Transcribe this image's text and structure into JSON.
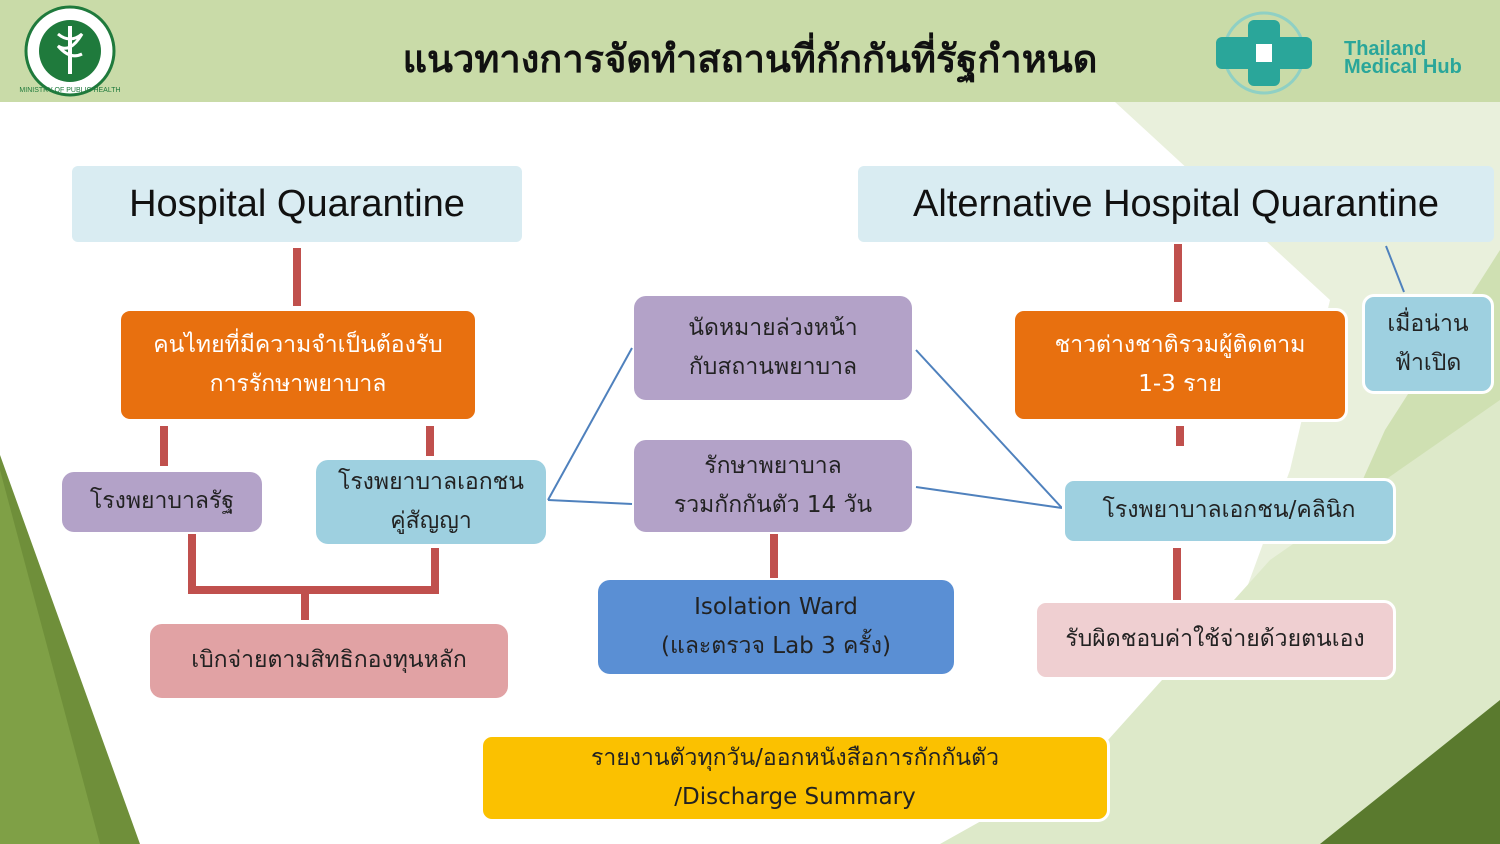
{
  "title": "แนวทางการจัดทำสถานที่กักกันที่รัฐกำหนด",
  "logos": {
    "left_org": "MINISTRY OF PUBLIC HEALTH",
    "right_line1": "Thailand",
    "right_line2": "Medical Hub"
  },
  "left": {
    "header": "Hospital Quarantine",
    "thai_need": [
      "คนไทยที่มีความจำเป็นต้องรับ",
      "การรักษาพยาบาล"
    ],
    "gov_hospital": "โรงพยาบาลรัฐ",
    "private_contract": [
      "โรงพยาบาลเอกชน",
      "คู่สัญญา"
    ],
    "reimburse": "เบิกจ่ายตามสิทธิกองทุนหลัก"
  },
  "center": {
    "appointment": [
      "นัดหมายล่วงหน้า",
      "กับสถานพยาบาล"
    ],
    "treatment": [
      "รักษาพยาบาล",
      "รวมกักกันตัว 14 วัน"
    ],
    "isolation": [
      "Isolation Ward",
      "(และตรวจ Lab 3 ครั้ง)"
    ],
    "report": [
      "รายงานตัวทุกวัน/ออกหนังสือการกักกันตัว",
      "/Discharge Summary"
    ]
  },
  "right": {
    "header": "Alternative Hospital Quarantine",
    "foreigners": [
      "ชาวต่างชาติรวมผู้ติดตาม",
      "1-3 ราย"
    ],
    "sky_open": [
      "เมื่อน่าน",
      "ฟ้าเปิด"
    ],
    "private_clinic": "โรงพยาบาลเอกชน/คลินิก",
    "self_pay": "รับผิดชอบค่าใช้จ่ายด้วยตนเอง"
  },
  "colors": {
    "header_band": "#c9dba8",
    "connector_red": "#c0504d",
    "connector_blue": "#4f81bd",
    "orange": "#e8700f",
    "purple": "#b3a2c8",
    "light_blue": "#9ed0e0",
    "blue": "#5a8fd4",
    "pink": "#e1a2a4",
    "yellow": "#fbc100"
  }
}
